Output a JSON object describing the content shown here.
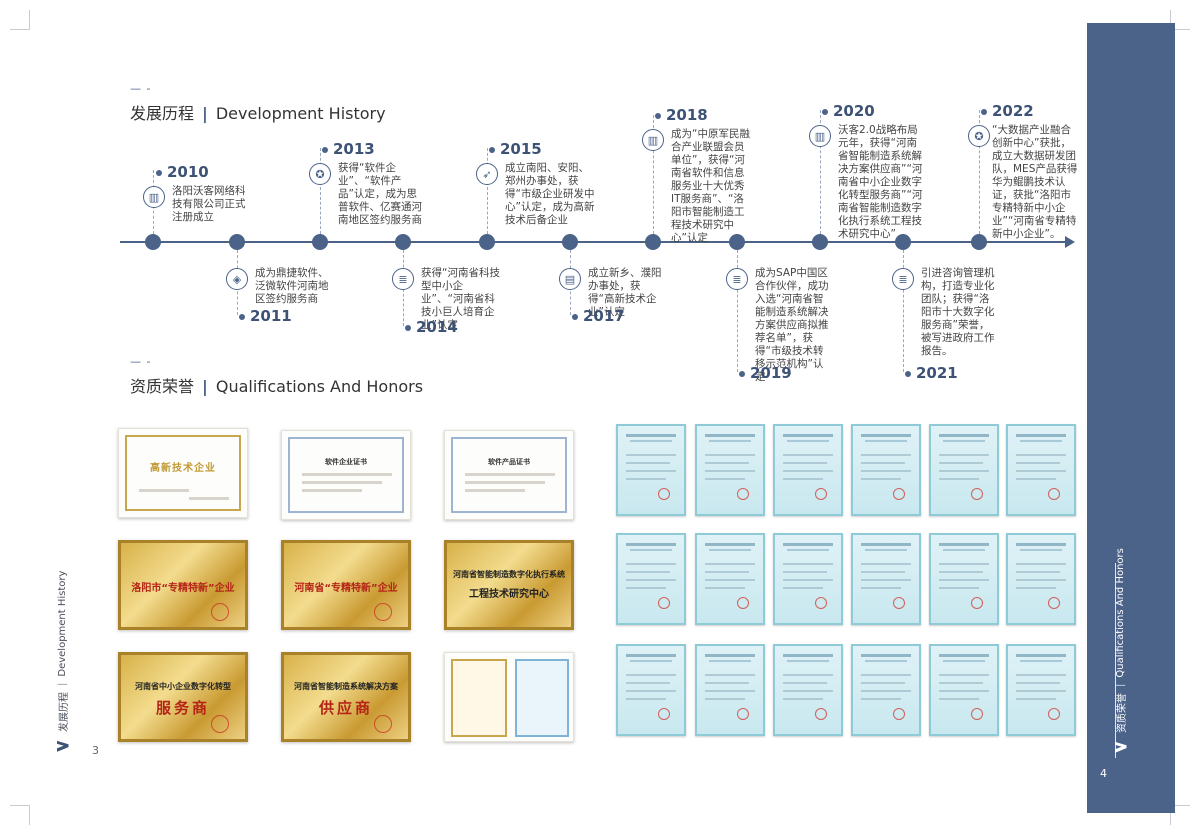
{
  "sections": {
    "history": {
      "cn": "发展历程",
      "sep": "|",
      "en": "Development History",
      "dash": "— -"
    },
    "honors": {
      "cn": "资质荣誉",
      "sep": "|",
      "en": "Qualifications And Honors",
      "dash": "— -"
    }
  },
  "timeline": [
    {
      "year": "2010",
      "text": "洛阳沃客网络科技有限公司正式注册成立",
      "icon": "building-icon"
    },
    {
      "year": "2011",
      "text": "成为鼎捷软件、泛微软件河南地区签约服务商",
      "icon": "handshake-icon"
    },
    {
      "year": "2013",
      "text": "获得“软件企业”、“软件产品”认定，成为思普软件、亿赛通河南地区签约服务商",
      "icon": "medal-icon"
    },
    {
      "year": "2014",
      "text": "获得“河南省科技型中小企业”、“河南省科技小巨人培育企业”认定",
      "icon": "document-icon"
    },
    {
      "year": "2015",
      "text": "成立南阳、安阳、郑州办事处，获得“市级企业研发中心”认定，成为高新技术后备企业",
      "icon": "rocket-icon"
    },
    {
      "year": "2017",
      "text": "成立新乡、濮阳办事处，获得“高新技术企业”认定",
      "icon": "certificate-icon"
    },
    {
      "year": "2018",
      "text": "成为“中原军民融合产业联盟会员单位”，获得“河南省软件和信息服务业十大优秀IT服务商”、“洛阳市智能制造工程技术研究中心”认定",
      "icon": "building-icon"
    },
    {
      "year": "2019",
      "text": "成为SAP中国区合作伙伴，成功入选“河南省智能制造系统解决方案供应商拟推荐名单”，获得“市级技术转移示范机构”认定",
      "icon": "document-icon"
    },
    {
      "year": "2020",
      "text": "沃客2.0战略布局元年，获得“河南省智能制造系统解决方案供应商”“河南省中小企业数字化转型服务商”“河南省智能制造数字化执行系统工程技术研究中心”",
      "icon": "building-icon"
    },
    {
      "year": "2021",
      "text": "引进咨询管理机构，打造专业化团队；获得“洛阳市十大数字化服务商”荣誉，被写进政府工作报告。",
      "icon": "document-icon"
    },
    {
      "year": "2022",
      "text": "“大数据产业融合创新中心”获批，成立大数据研发团队，MES产品获得华为鲲鹏技术认证，获批“洛阳市专精特新中小企业”“河南省专精特新中小企业”。",
      "icon": "medal-icon"
    }
  ],
  "certificates": {
    "high_tech": "高新技术企业",
    "software_enterprise": "软件企业证书",
    "software_product": "软件产品证书",
    "luoyang_zjtx": "洛阳市“专精特新”企业",
    "henan_zjtx": "河南省“专精特新”企业",
    "research_center_line1": "河南省智能制造数字化执行系统",
    "research_center_line2": "工程技术研究中心",
    "sme_line1": "河南省中小企业数字化转型",
    "sme_line2": "服务商",
    "smart_line1": "河南省智能制造系统解决方案",
    "smart_line2": "供应商"
  },
  "side": {
    "left_cn": "发展历程",
    "left_en": "Development History",
    "right_cn": "资质荣誉",
    "right_en": "Qualifications And Honors",
    "page_left": "3",
    "page_right": "4"
  },
  "colors": {
    "accent": "#4b6289",
    "gold": "#d8b24a",
    "cert_blue": "#c8e8ef"
  }
}
